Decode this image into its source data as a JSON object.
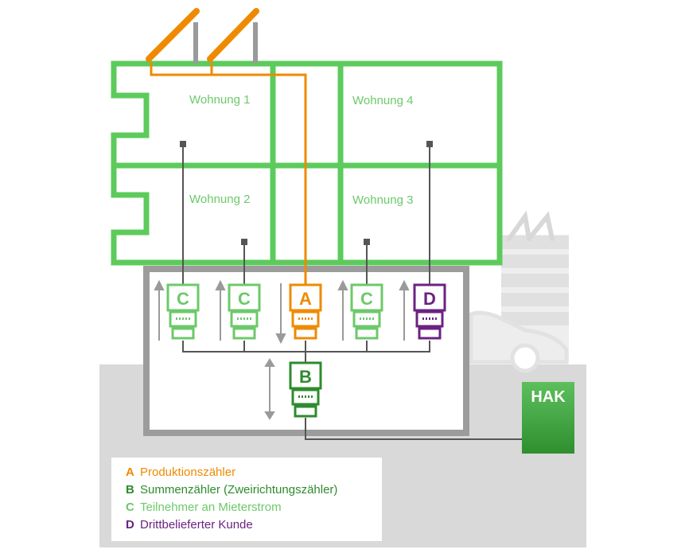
{
  "diagram": {
    "apartments": [
      {
        "id": "w1",
        "label": "Wohnung 1"
      },
      {
        "id": "w4",
        "label": "Wohnung 4"
      },
      {
        "id": "w2",
        "label": "Wohnung 2"
      },
      {
        "id": "w3",
        "label": "Wohnung 3"
      }
    ],
    "meters": [
      {
        "id": "m1",
        "letter": "C"
      },
      {
        "id": "m2",
        "letter": "C"
      },
      {
        "id": "m3",
        "letter": "A"
      },
      {
        "id": "m4",
        "letter": "C"
      },
      {
        "id": "m5",
        "letter": "D"
      },
      {
        "id": "m6",
        "letter": "B"
      }
    ],
    "hak_label": "HAK",
    "legend": [
      {
        "key": "A",
        "text": "Produktionszähler"
      },
      {
        "key": "B",
        "text": "Summenzähler (Zweirichtungszähler)"
      },
      {
        "key": "C",
        "text": "Teilnehmer an Mieterstrom"
      },
      {
        "key": "D",
        "text": "Drittbelieferter Kunde"
      }
    ]
  },
  "colors": {
    "A": "#ef8a00",
    "B": "#2e8b2e",
    "C": "#6cc96a",
    "D": "#6b2281",
    "building": "#5ccb5c",
    "grey_line": "#555555",
    "hak": "#3d9e3d"
  }
}
